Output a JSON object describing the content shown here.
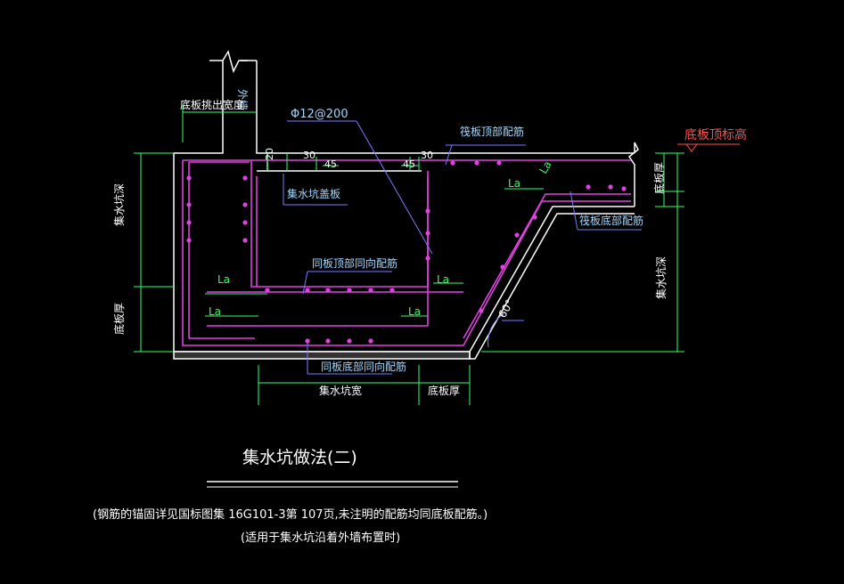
{
  "colors": {
    "background": "#000000",
    "outline": "#ffffff",
    "rebar": "#e040e0",
    "dimension": "#33ff66",
    "leader": "#7a7aff",
    "callout_text": "#9fd8ff",
    "elevation": "#ff4d4d"
  },
  "labels": {
    "outer_wall": "外墙",
    "slab_extension_width": "底板挑出宽度",
    "rebar_spec": "Φ12@200",
    "raft_top_rebar": "筏板顶部配筋",
    "slab_top_elevation": "底板顶标高",
    "pit_cover": "集水坑盖板",
    "la_mark": "La",
    "raft_bottom_rebar": "筏板底部配筋",
    "same_as_slab_top": "同板顶部同向配筋",
    "same_as_slab_bottom": "同板底部同向配筋",
    "pit_depth_left": "集水坑深",
    "pit_depth_right": "集水坑深",
    "slab_thickness_left": "底板厚",
    "slab_thickness_right": "底板厚",
    "slab_thickness_bottom": "底板厚",
    "pit_width": "集水坑宽",
    "angle": "60°",
    "dim_20": "20",
    "dim_30": "30",
    "dim_45": "45"
  },
  "title": "集水坑做法(二)",
  "notes": [
    "(钢筋的锚固详见国标图集 16G101-3第 107页,未注明的配筋均同底板配筋。)",
    "(适用于集水坑沿着外墙布置时)"
  ]
}
